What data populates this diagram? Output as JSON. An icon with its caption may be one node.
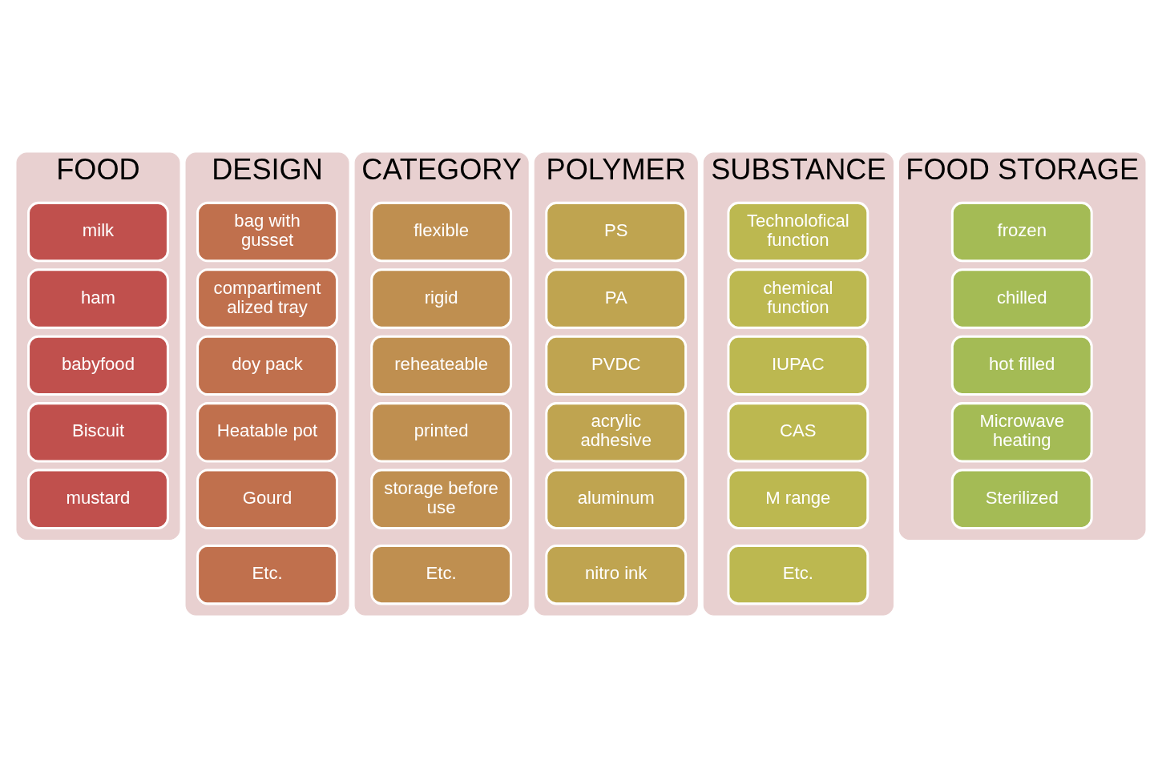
{
  "diagram": {
    "nodes": [
      {
        "text": [
          "FOOD"
        ]
      },
      {
        "text": [
          "milk"
        ],
        "in": 0
      },
      {
        "text": [
          "ham"
        ],
        "in": 0
      },
      {
        "text": [
          "babyfood"
        ],
        "in": 0
      },
      {
        "text": [
          "Biscuit"
        ],
        "in": 0
      },
      {
        "text": [
          "mustard"
        ],
        "in": 0
      },
      {
        "text": [
          "DESIGN"
        ]
      },
      {
        "text": [
          "bag with gusset"
        ],
        "in": 6
      },
      {
        "text": [
          "compartiment alized tray"
        ],
        "in": 6
      },
      {
        "text": [
          "doy pack"
        ],
        "in": 6
      },
      {
        "text": [
          "Heatable pot"
        ],
        "in": 6
      },
      {
        "text": [
          "Gourd"
        ],
        "in": 6
      },
      {
        "text": [
          "Etc."
        ],
        "in": 6
      },
      {
        "text": [
          "CATEGORY"
        ]
      },
      {
        "text": [
          "flexible"
        ],
        "in": 13
      },
      {
        "text": [
          "rigid"
        ],
        "in": 13
      },
      {
        "text": [
          "reheateable"
        ],
        "in": 13
      },
      {
        "text": [
          "printed"
        ],
        "in": 13
      },
      {
        "text": [
          "storage before use"
        ],
        "in": 13
      },
      {
        "text": [
          "Etc."
        ],
        "in": 13
      },
      {
        "text": [
          "POLYMER"
        ]
      },
      {
        "text": [
          "PS"
        ],
        "in": 20
      },
      {
        "text": [
          "PA"
        ],
        "in": 20
      },
      {
        "text": [
          "PVDC"
        ],
        "in": 20
      },
      {
        "text": [
          "acrylic adhesive"
        ],
        "in": 20
      },
      {
        "text": [
          "aluminum"
        ],
        "in": 20
      },
      {
        "text": [
          "nitro ink"
        ],
        "in": 20
      },
      {
        "text": [
          "SUBSTANCE"
        ]
      },
      {
        "text": [
          "Technolofical function"
        ],
        "in": 27
      },
      {
        "text": [
          "chemical function"
        ],
        "in": 27
      },
      {
        "text": [
          "IUPAC"
        ],
        "in": 27
      },
      {
        "text": [
          "CAS"
        ],
        "in": 27
      },
      {
        "text": [
          "M range"
        ],
        "in": 27
      },
      {
        "text": [
          "Etc."
        ],
        "in": 27
      },
      {
        "text": [
          "FOOD STORAGE"
        ]
      },
      {
        "text": [
          "frozen"
        ],
        "in": 34
      },
      {
        "text": [
          "chilled"
        ],
        "in": 34
      },
      {
        "text": [
          "hot filled"
        ],
        "in": 34
      },
      {
        "text": [
          "Microwave heating"
        ],
        "in": 34
      },
      {
        "text": [
          "Sterilized"
        ],
        "in": 34
      }
    ]
  }
}
